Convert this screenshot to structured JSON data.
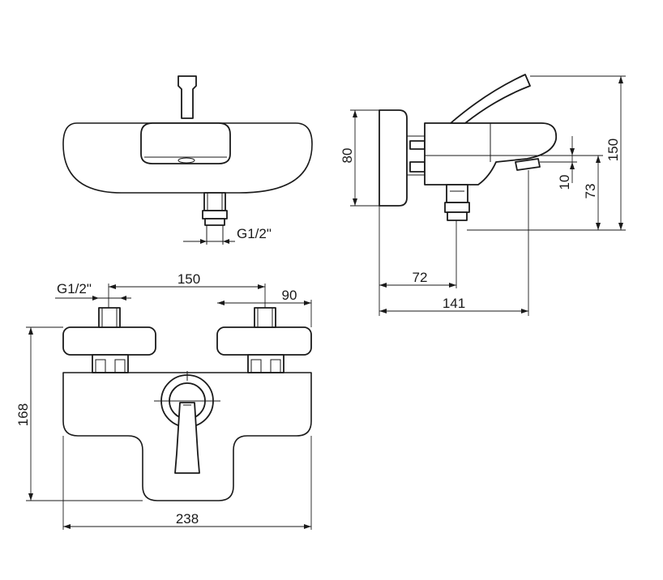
{
  "dimensions": {
    "thread_top_view": "G1/2\"",
    "thread_front_view": "G1/2\"",
    "inlet_spacing": "150",
    "escutcheon_width": "90",
    "body_height": "168",
    "overall_width": "238",
    "wall_plate_height": "80",
    "spout_offset": "10",
    "spout_height": "73",
    "overall_height": "150",
    "inlet_projection": "72",
    "overall_projection": "141"
  }
}
